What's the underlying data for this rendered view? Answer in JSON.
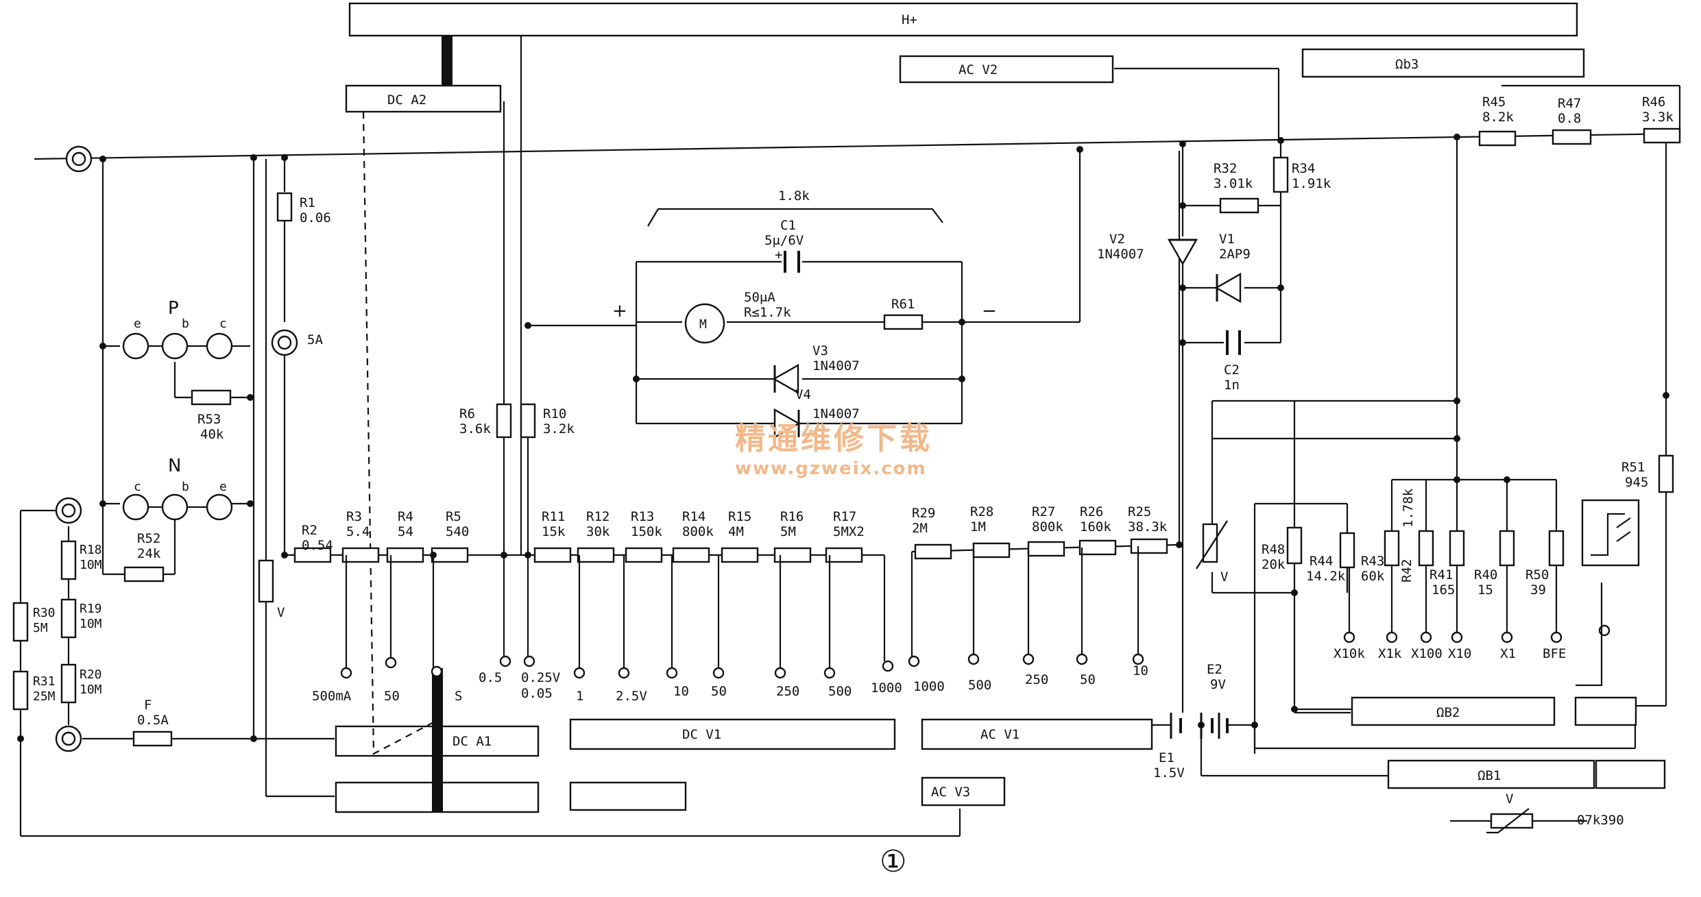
{
  "buses": {
    "h_plus": "H+",
    "dc_a2": "DC A2",
    "ac_v2": "AC V2",
    "omega_b3": "Ωb3",
    "dc_a1": "DC A1",
    "dc_v1": "DC V1",
    "ac_v1": "AC V1",
    "ac_v3": "AC V3",
    "omega_b2": "ΩB2",
    "omega_b1": "ΩB1"
  },
  "meter": {
    "span_label": "1.8k",
    "c1_name": "C1",
    "c1_value": "5μ/6V",
    "movement": "50μA",
    "movement_r": "R≤1.7k",
    "m": "M",
    "r61": "R61",
    "plus": "+",
    "minus": "−",
    "v3": "V3",
    "v3_part": "1N4007",
    "v4": "V4",
    "v4_part": "1N4007"
  },
  "transistor": {
    "p": "P",
    "n": "N",
    "e": "e",
    "b": "b",
    "c": "c",
    "r53": "R53",
    "r53_val": "40k",
    "r52": "R52",
    "r52_val": "24k"
  },
  "left": {
    "r18": "R18",
    "r18_val": "10M",
    "r19": "R19",
    "r19_val": "10M",
    "r20": "R20",
    "r20_val": "10M",
    "r30": "R30",
    "r30_val": "5M",
    "r31": "R31",
    "r31_val": "25M",
    "f": "F",
    "f_val": "0.5A",
    "r1": "R1",
    "r1_val": "0.06",
    "jack_5a": "5A",
    "v": "V"
  },
  "chain_top": [
    {
      "name": "R2",
      "val": "0.54"
    },
    {
      "name": "R3",
      "val": "5.4"
    },
    {
      "name": "R4",
      "val": "54"
    },
    {
      "name": "R5",
      "val": "540"
    },
    {
      "name": "R11",
      "val": "15k"
    },
    {
      "name": "R12",
      "val": "30k"
    },
    {
      "name": "R13",
      "val": "150k"
    },
    {
      "name": "R14",
      "val": "800k"
    },
    {
      "name": "R15",
      "val": "4M"
    },
    {
      "name": "R16",
      "val": "5M"
    },
    {
      "name": "R17",
      "val": "5MX2"
    },
    {
      "name": "R29",
      "val": "2M"
    },
    {
      "name": "R28",
      "val": "1M"
    },
    {
      "name": "R27",
      "val": "800k"
    },
    {
      "name": "R26",
      "val": "160k"
    },
    {
      "name": "R25",
      "val": "38.3k"
    }
  ],
  "mid": {
    "r6": "R6",
    "r6_val": "3.6k",
    "r10": "R10",
    "r10_val": "3.2k"
  },
  "taps": {
    "t500ma": "500mA",
    "t50": "50",
    "ts": "S",
    "t05": "0.5",
    "t025v": "0.25V",
    "t005": "0.05",
    "t1": "1",
    "t25v": "2.5V",
    "t10": "10",
    "t50b": "50",
    "t250": "250",
    "t500": "500",
    "t1000": "1000",
    "a1000": "1000",
    "a500": "500",
    "a250": "250",
    "a50": "50",
    "a10": "10"
  },
  "right": {
    "r32": "R32",
    "r32_val": "3.01k",
    "r34": "R34",
    "r34_val": "1.91k",
    "v2": "V2",
    "v2_part": "1N4007",
    "v1": "V1",
    "v1_part": "2AP9",
    "c2": "C2",
    "c2_val": "1n",
    "r45": "R45",
    "r45_val": "8.2k",
    "r47": "R47",
    "r47_val": "0.8",
    "r46": "R46",
    "r46_val": "3.3k",
    "r51": "R51",
    "r51_val": "945",
    "r48": "R48",
    "r48_val": "20k",
    "r44": "R44",
    "r44_val": "14.2k",
    "r43": "R43",
    "r43_val": "60k",
    "r42": "R42",
    "r42_val": "1.78k",
    "r41": "R41",
    "r41_val": "165",
    "r40": "R40",
    "r40_val": "15",
    "r50": "R50",
    "r50_val": "39",
    "vr": "V",
    "x10k": "X10k",
    "x1k": "X1k",
    "x100": "X100",
    "x10": "X10",
    "x1": "X1",
    "bfe": "BFE",
    "e2": "E2",
    "e2_val": "9V",
    "e1": "E1",
    "e1_val": "1.5V",
    "varistor": "V",
    "varistor_part": "07k390"
  },
  "figure_number": "①",
  "watermark": {
    "cn": "精通维修下载",
    "url": "www.gzweix.com"
  }
}
